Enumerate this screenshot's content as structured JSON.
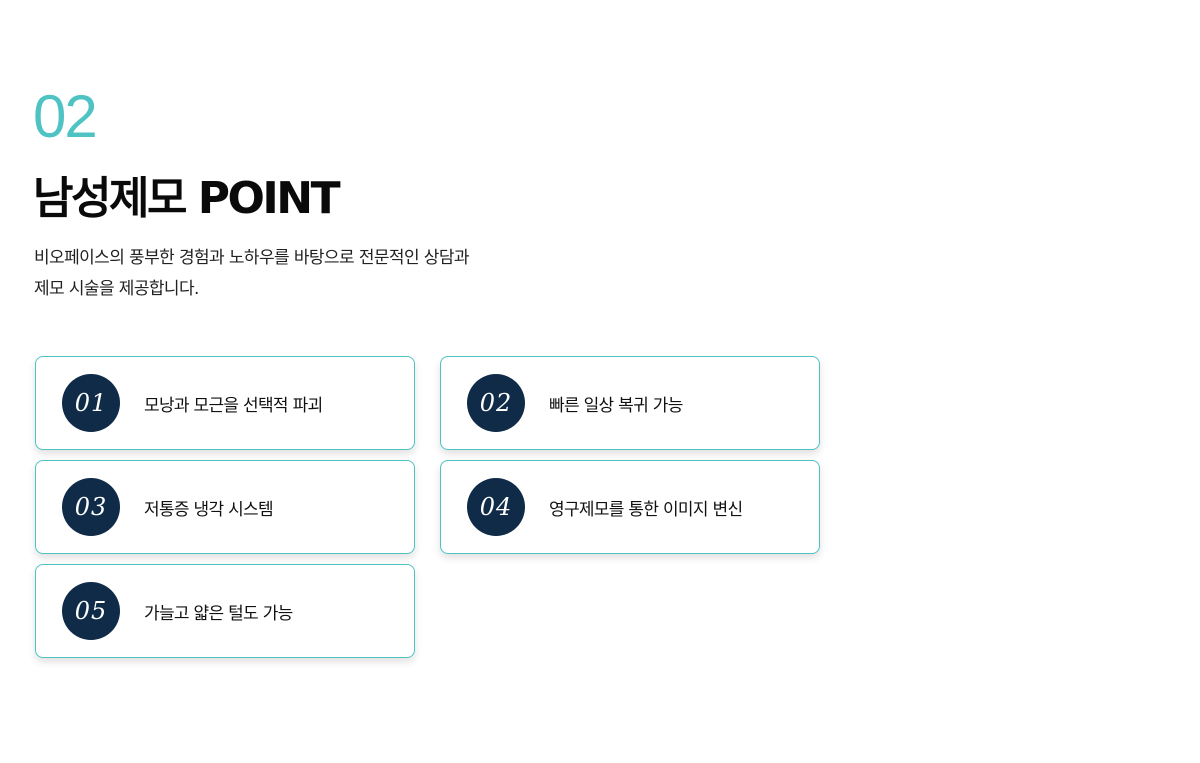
{
  "section": {
    "number": "02",
    "title": "남성제모 POINT",
    "description_lines": [
      "비오페이스의 풍부한 경험과 노하우를 바탕으로 전문적인 상담과",
      "제모 시술을 제공합니다."
    ]
  },
  "points": [
    {
      "number": "01",
      "text": "모낭과 모근을 선택적 파괴"
    },
    {
      "number": "02",
      "text": "빠른 일상 복귀 가능"
    },
    {
      "number": "03",
      "text": "저통증 냉각 시스템"
    },
    {
      "number": "04",
      "text": "영구제모를 통한 이미지 변신"
    },
    {
      "number": "05",
      "text": "가늘고 얇은 털도 가능"
    }
  ],
  "colors": {
    "accent": "#4fc3c4",
    "badge": "#0f2b48",
    "title": "#0a0a0a"
  }
}
